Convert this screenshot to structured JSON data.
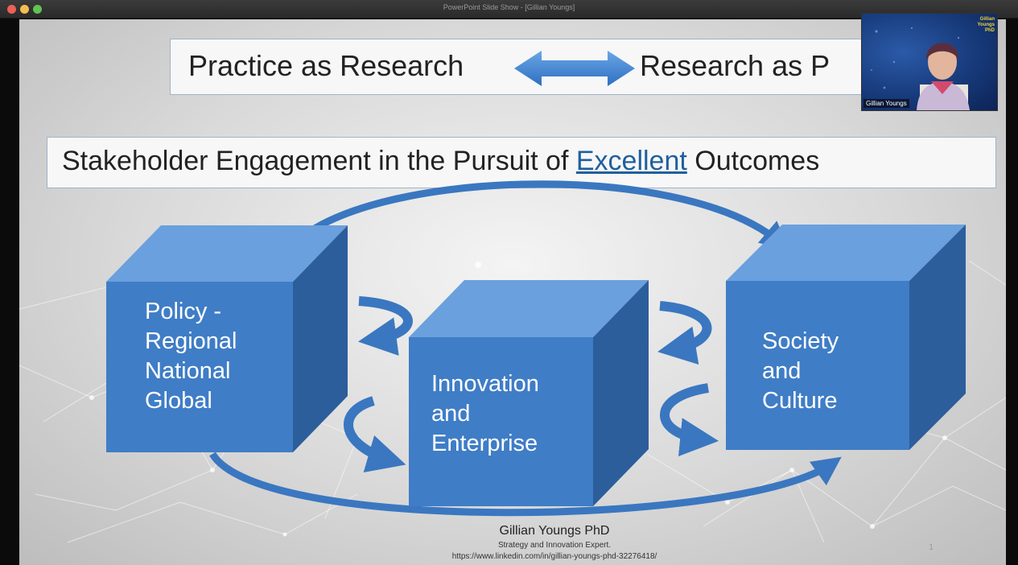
{
  "window": {
    "title": "PowerPoint Slide Show - [Gillian Youngs]"
  },
  "slide": {
    "title_left": "Practice as Research",
    "title_right": "Research as P",
    "subtitle_before": "Stakeholder Engagement in the Pursuit of ",
    "subtitle_link": "Excellent",
    "subtitle_after": " Outcomes",
    "boxes": {
      "policy": [
        "Policy -",
        "Regional",
        "National",
        "Global"
      ],
      "innovation": [
        "Innovation",
        "and",
        "Enterprise"
      ],
      "society": [
        "Society",
        "and",
        "Culture"
      ]
    },
    "footer": {
      "name": "Gillian Youngs PhD",
      "role": "Strategy and Innovation Expert.",
      "url": "https://www.linkedin.com/in/gillian-youngs-phd-32276418/"
    },
    "page_number": "1"
  },
  "video": {
    "participant_name": "Gillian Youngs",
    "banner_title": "Gillian Youngs PhD"
  },
  "colors": {
    "cube_front": "#3f7dc6",
    "cube_top": "#6aa0dd",
    "cube_side": "#2c5e9c",
    "arrow": "#3a77c0"
  }
}
